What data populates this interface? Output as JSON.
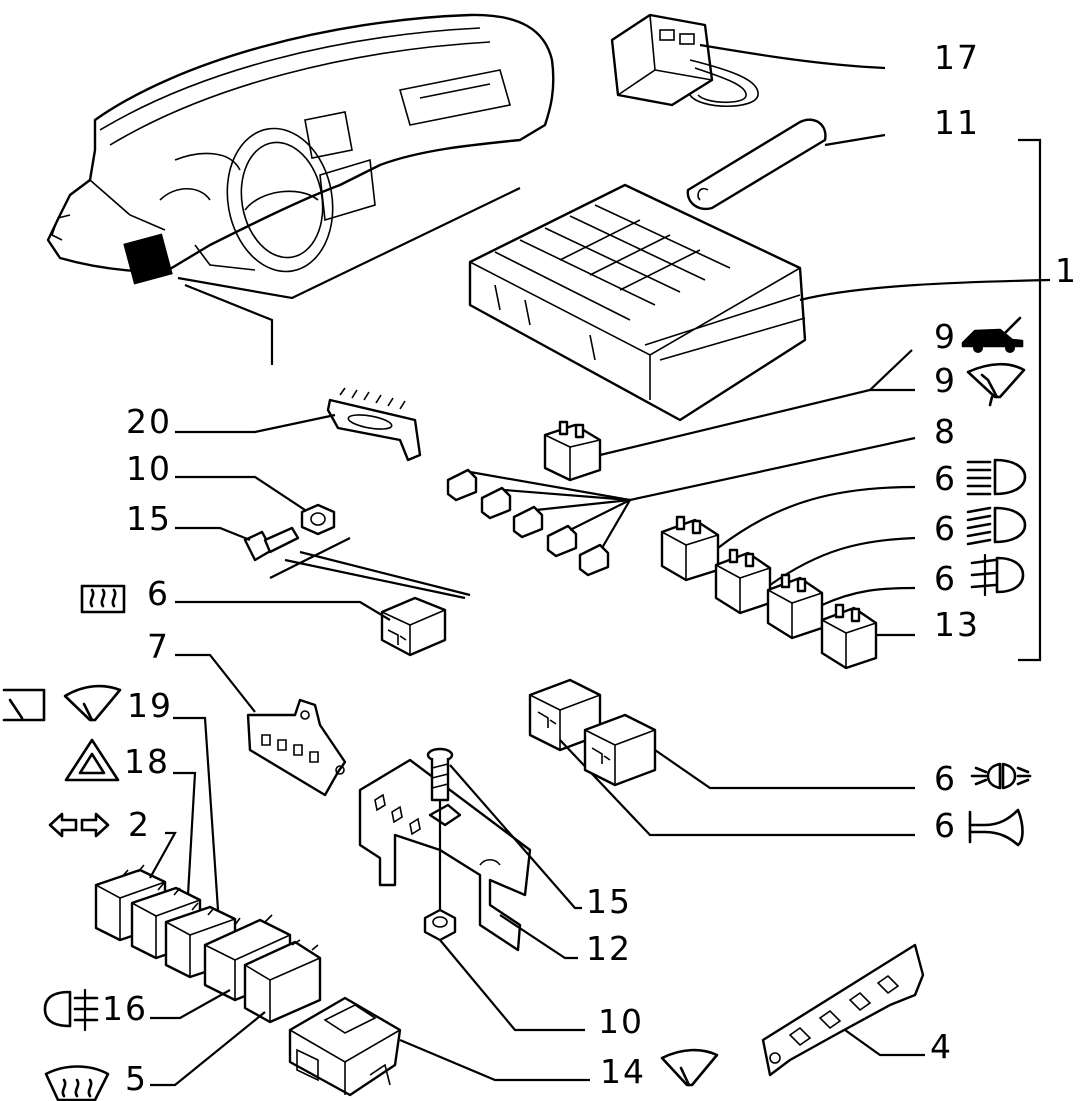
{
  "callouts": {
    "c17": "17",
    "c11": "11",
    "c1": "1",
    "c9a": "9",
    "c9b": "9",
    "c20": "20",
    "c8": "8",
    "c10a": "10",
    "c15a": "15",
    "c6a": "6",
    "c6b": "6",
    "c6c": "6",
    "c6d": "6",
    "c13": "13",
    "c7": "7",
    "c19": "19",
    "c18": "18",
    "c2": "2",
    "c6e": "6",
    "c6f": "6",
    "c15b": "15",
    "c12": "12",
    "c16": "16",
    "c10b": "10",
    "c4": "4",
    "c5": "5",
    "c14": "14"
  },
  "icons": {
    "bonnet": "car-bonnet-icon",
    "wiper_front": "wiper-icon",
    "high_beam": "high-beam-icon",
    "low_beam": "low-beam-icon",
    "fog_front": "front-fog-light-icon",
    "rear_defrost": "rear-defrost-icon",
    "rear_wiper": "rear-wiper-icon",
    "hazard": "hazard-icon",
    "turn_signals": "turn-signal-icon",
    "rear_fog": "rear-fog-light-icon",
    "windscreen_heater": "windscreen-heater-icon",
    "side_lights": "side-lights-icon",
    "horn": "horn-icon",
    "intermittent_wiper": "wiper-icon"
  },
  "colors": {
    "ink": "#000000",
    "paper": "#ffffff"
  }
}
